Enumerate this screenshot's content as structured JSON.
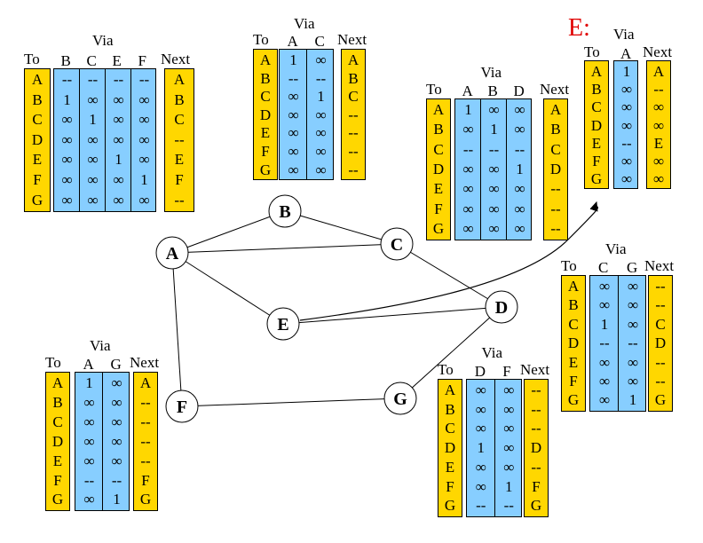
{
  "colors": {
    "dest_col": "#FFD700",
    "via_col": "#87CEFF",
    "highlight": "#e00000"
  },
  "graph": {
    "nodes": [
      "A",
      "B",
      "C",
      "D",
      "E",
      "F",
      "G"
    ],
    "edges": [
      [
        "A",
        "B"
      ],
      [
        "B",
        "C"
      ],
      [
        "A",
        "C"
      ],
      [
        "A",
        "E"
      ],
      [
        "A",
        "F"
      ],
      [
        "C",
        "D"
      ],
      [
        "E",
        "D"
      ],
      [
        "F",
        "G"
      ],
      [
        "G",
        "D"
      ]
    ],
    "arrow": {
      "from": "E",
      "to_table": "E",
      "label": "E:"
    }
  },
  "tables": [
    {
      "node": "A",
      "via_label": "Via",
      "to_label": "To",
      "next_label": "Next",
      "to": [
        "A",
        "B",
        "C",
        "D",
        "E",
        "F",
        "G"
      ],
      "via": [
        "B",
        "C",
        "E",
        "F"
      ],
      "values": [
        [
          "--",
          "--",
          "--",
          "--"
        ],
        [
          "1",
          "∞",
          "∞",
          "∞"
        ],
        [
          "∞",
          "1",
          "∞",
          "∞"
        ],
        [
          "∞",
          "∞",
          "∞",
          "∞"
        ],
        [
          "∞",
          "∞",
          "1",
          "∞"
        ],
        [
          "∞",
          "∞",
          "∞",
          "1"
        ],
        [
          "∞",
          "∞",
          "∞",
          "∞"
        ]
      ],
      "next": [
        "A",
        "B",
        "C",
        "--",
        "E",
        "F",
        "--"
      ]
    },
    {
      "node": "B",
      "via_label": "Via",
      "to_label": "To",
      "next_label": "Next",
      "to": [
        "A",
        "B",
        "C",
        "D",
        "E",
        "F",
        "G"
      ],
      "via": [
        "A",
        "C"
      ],
      "values": [
        [
          "1",
          "∞"
        ],
        [
          "--",
          "--"
        ],
        [
          "∞",
          "1"
        ],
        [
          "∞",
          "∞"
        ],
        [
          "∞",
          "∞"
        ],
        [
          "∞",
          "∞"
        ],
        [
          "∞",
          "∞"
        ]
      ],
      "next": [
        "A",
        "B",
        "C",
        "--",
        "--",
        "--",
        "--"
      ]
    },
    {
      "node": "C",
      "via_label": "Via",
      "to_label": "To",
      "next_label": "Next",
      "to": [
        "A",
        "B",
        "C",
        "D",
        "E",
        "F",
        "G"
      ],
      "via": [
        "A",
        "B",
        "D"
      ],
      "values": [
        [
          "1",
          "∞",
          "∞"
        ],
        [
          "∞",
          "1",
          "∞"
        ],
        [
          "--",
          "--",
          "--"
        ],
        [
          "∞",
          "∞",
          "1"
        ],
        [
          "∞",
          "∞",
          "∞"
        ],
        [
          "∞",
          "∞",
          "∞"
        ],
        [
          "∞",
          "∞",
          "∞"
        ]
      ],
      "next": [
        "A",
        "B",
        "C",
        "D",
        "--",
        "--",
        "--"
      ]
    },
    {
      "node": "E",
      "title": "E:",
      "via_label": "Via",
      "to_label": "To",
      "next_label": "Next",
      "to": [
        "A",
        "B",
        "C",
        "D",
        "E",
        "F",
        "G"
      ],
      "via": [
        "A"
      ],
      "values": [
        [
          "1"
        ],
        [
          "∞"
        ],
        [
          "∞"
        ],
        [
          "∞"
        ],
        [
          "--"
        ],
        [
          "∞"
        ],
        [
          "∞"
        ]
      ],
      "next": [
        "A",
        "--",
        "∞",
        "∞",
        "E",
        "∞",
        "∞"
      ]
    },
    {
      "node": "D",
      "via_label": "Via",
      "to_label": "To",
      "next_label": "Next",
      "to": [
        "A",
        "B",
        "C",
        "D",
        "E",
        "F",
        "G"
      ],
      "via": [
        "C",
        "G"
      ],
      "values": [
        [
          "∞",
          "∞"
        ],
        [
          "∞",
          "∞"
        ],
        [
          "1",
          "∞"
        ],
        [
          "--",
          "--"
        ],
        [
          "∞",
          "∞"
        ],
        [
          "∞",
          "∞"
        ],
        [
          "∞",
          "1"
        ]
      ],
      "next": [
        "--",
        "--",
        "C",
        "D",
        "--",
        "--",
        "G"
      ]
    },
    {
      "node": "G",
      "via_label": "Via",
      "to_label": "To",
      "next_label": "Next",
      "to": [
        "A",
        "B",
        "C",
        "D",
        "E",
        "F",
        "G"
      ],
      "via": [
        "D",
        "F"
      ],
      "values": [
        [
          "∞",
          "∞"
        ],
        [
          "∞",
          "∞"
        ],
        [
          "∞",
          "∞"
        ],
        [
          "1",
          "∞"
        ],
        [
          "∞",
          "∞"
        ],
        [
          "∞",
          "1"
        ],
        [
          "--",
          "--"
        ]
      ],
      "next": [
        "--",
        "--",
        "--",
        "D",
        "--",
        "F",
        "G"
      ]
    },
    {
      "node": "F",
      "via_label": "Via",
      "to_label": "To",
      "next_label": "Next",
      "to": [
        "A",
        "B",
        "C",
        "D",
        "E",
        "F",
        "G"
      ],
      "via": [
        "A",
        "G"
      ],
      "values": [
        [
          "1",
          "∞"
        ],
        [
          "∞",
          "∞"
        ],
        [
          "∞",
          "∞"
        ],
        [
          "∞",
          "∞"
        ],
        [
          "∞",
          "∞"
        ],
        [
          "--",
          "--"
        ],
        [
          "∞",
          "1"
        ]
      ],
      "next": [
        "A",
        "--",
        "--",
        "--",
        "--",
        "F",
        "G"
      ]
    }
  ]
}
